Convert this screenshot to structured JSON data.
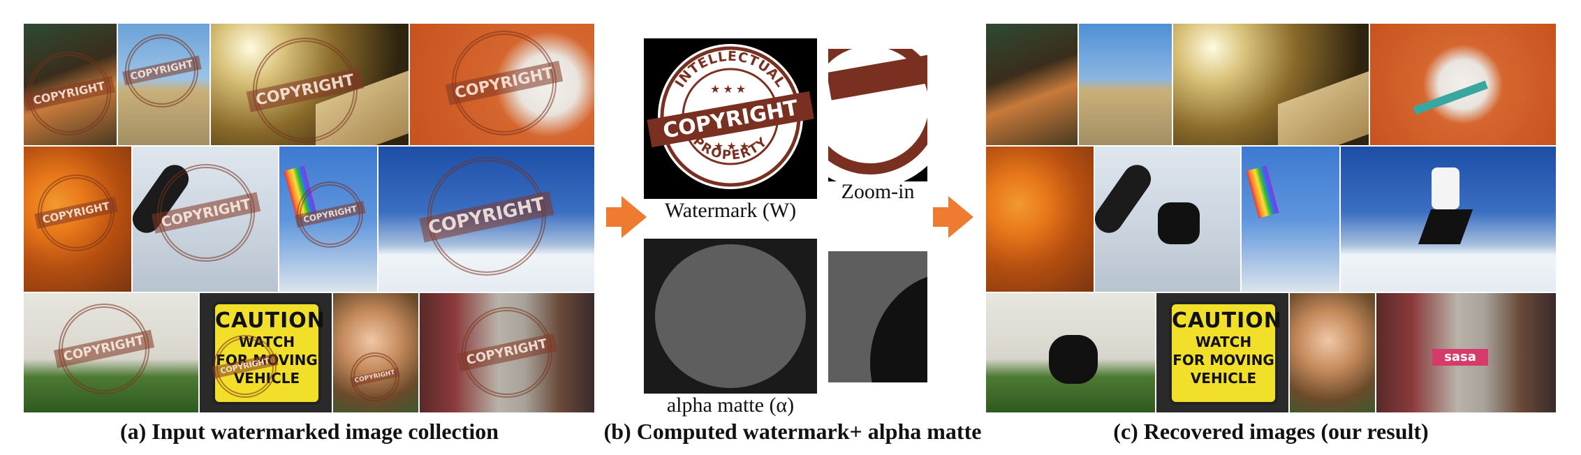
{
  "captions": {
    "a": "(a) Input watermarked image collection",
    "b": "(b) Computed watermark+ alpha matte",
    "c": "(c) Recovered images (our result)"
  },
  "panel_b": {
    "watermark_label": "Watermark (W)",
    "zoom_label": "Zoom-in",
    "alpha_label": "alpha matte (α)",
    "stamp_top": "INTELLECTUAL",
    "stamp_band": "COPYRIGHT",
    "stamp_bottom": "PROPERTY"
  },
  "photos": {
    "stamp_band_text": "COPYRIGHT",
    "caution_title": "CAUTION",
    "caution_line1": "WATCH",
    "caution_line2": "FOR MOVING",
    "caution_line3": "VEHICLE",
    "storefront_sign": "sasa"
  },
  "colors": {
    "arrow": "#ee7b30",
    "stamp": "#7a3020",
    "caution_sign": "#f2df2a"
  }
}
